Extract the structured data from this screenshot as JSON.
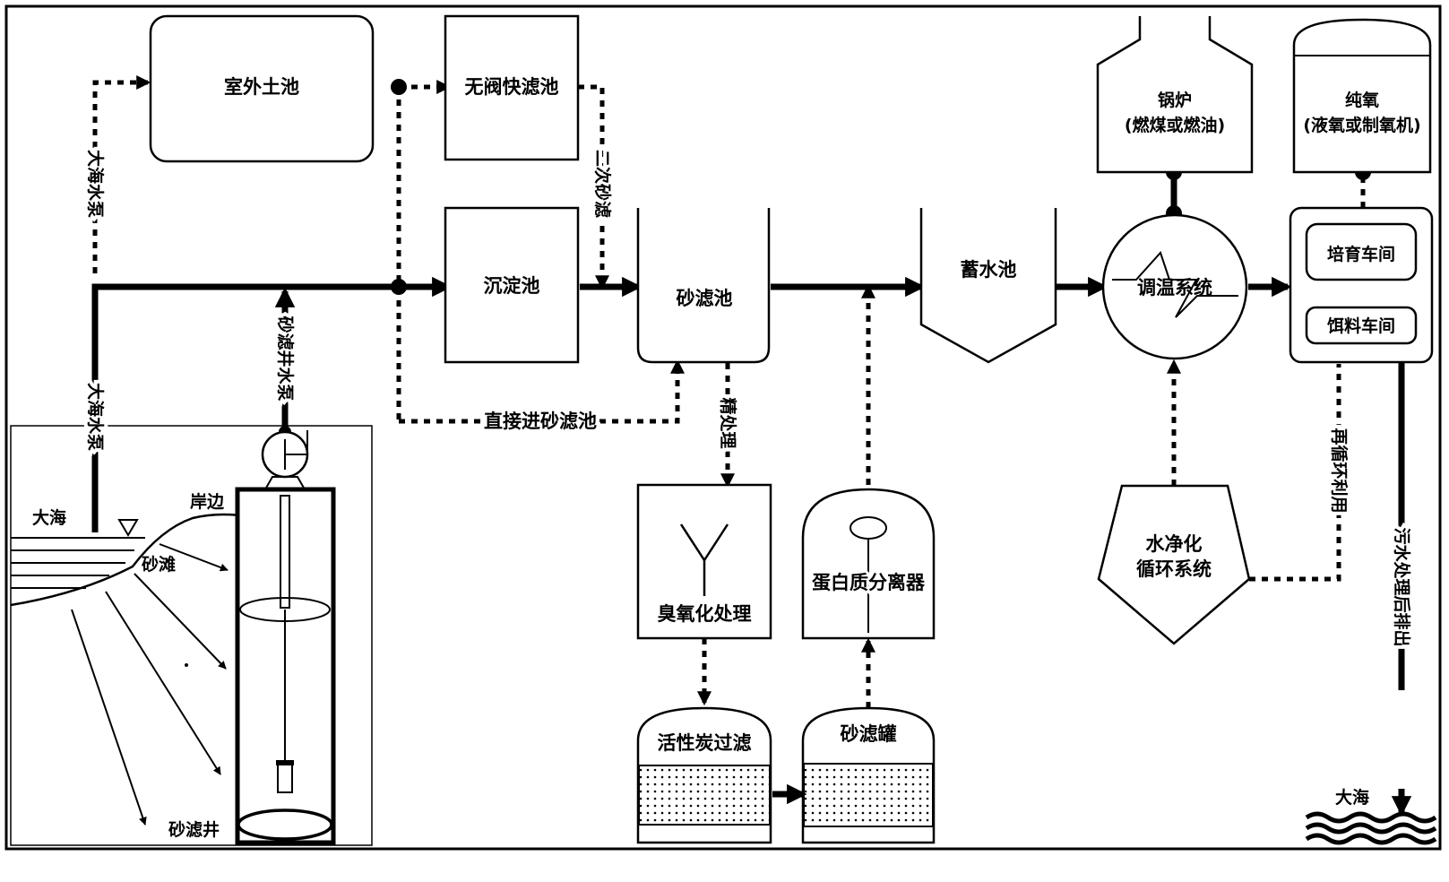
{
  "nodes": {
    "outdoor_pond": "室外土池",
    "valveless_filter": "无阀快滤池",
    "sedimentation_tank": "沉淀池",
    "sand_filter_tank": "砂滤池",
    "reservoir": "蓄水池",
    "boiler_line1": "锅炉",
    "boiler_line2": "(燃煤或燃油)",
    "pure_oxygen_line1": "纯氧",
    "pure_oxygen_line2": "(液氧或制氧机)",
    "temp_control": "调温系统",
    "breeding_workshop": "培育车间",
    "feed_workshop": "饵料车间",
    "ozone_treatment": "臭氧化处理",
    "protein_skimmer": "蛋白质分离器",
    "activated_carbon": "活性炭过滤",
    "sand_canister": "砂滤罐",
    "water_purification_line1": "水净化",
    "water_purification_line2": "循环系统"
  },
  "flow_labels": {
    "sea_pump_upper": "大海水泵",
    "sea_pump_lower": "大海水泵",
    "well_pump": "砂滤井水泵",
    "secondary_sand": "二次砂滤",
    "direct_to_sand_filter": "直接进砂滤池",
    "fine_treatment": "精处理",
    "recycle": "再循环利用",
    "discharge": "污水处理后排出"
  },
  "scene": {
    "sea": "大海",
    "shore": "岸边",
    "beach": "砂滩",
    "sand_well": "砂滤井",
    "sea_outlet": "大海"
  }
}
